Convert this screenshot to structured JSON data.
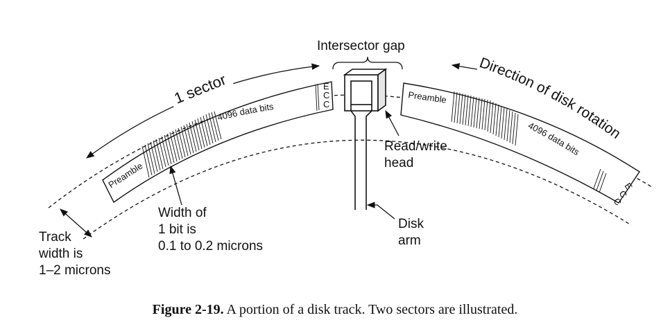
{
  "labels": {
    "intersector_gap": "Intersector gap",
    "one_sector": "1 sector",
    "direction": "Direction of disk rotation",
    "preamble": "Preamble",
    "data_bits": "4096 data bits",
    "ecc": [
      "E",
      "C",
      "C"
    ],
    "read_write_head": [
      "Read/write",
      "head"
    ],
    "disk_arm": [
      "Disk",
      "arm"
    ],
    "bit_width": [
      "Width of",
      "1 bit is",
      "0.1 to 0.2 microns"
    ],
    "track_width": [
      "Track",
      "width is",
      "1–2 microns"
    ]
  },
  "caption": {
    "figure_label": "Figure 2-19.",
    "text": "A portion of a disk track. Two sectors are illustrated."
  }
}
